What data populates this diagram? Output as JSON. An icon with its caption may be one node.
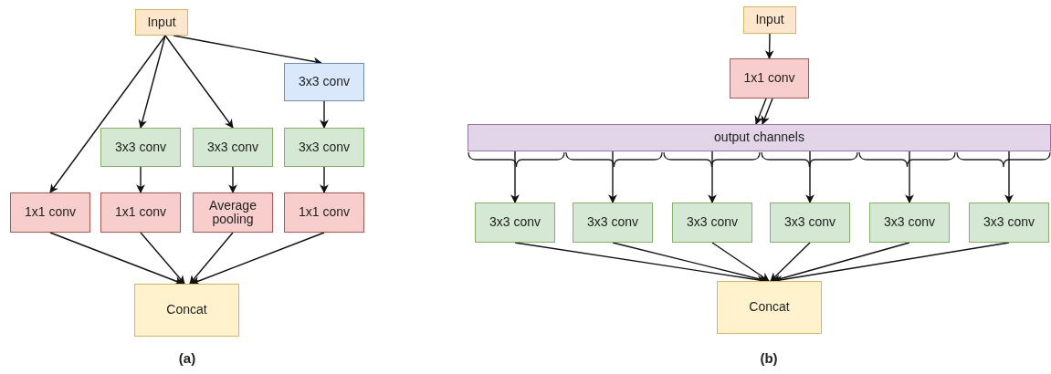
{
  "diagram": {
    "nodes": [
      {
        "text": [
          "Input"
        ]
      },
      {
        "text": [
          "3x3 conv"
        ]
      },
      {
        "text": [
          "3x3 conv"
        ]
      },
      {
        "text": [
          "3x3 conv"
        ]
      },
      {
        "text": [
          "3x3 conv"
        ]
      },
      {
        "text": [
          "1x1 conv"
        ]
      },
      {
        "text": [
          "1x1 conv"
        ]
      },
      {
        "text": [
          "Average pooling"
        ]
      },
      {
        "text": [
          "1x1 conv"
        ]
      },
      {
        "text": [
          "Concat"
        ]
      },
      {
        "text": [
          "Input"
        ]
      },
      {
        "text": [
          "1x1 conv"
        ]
      },
      {
        "text": [
          "output channels"
        ]
      },
      {
        "text": [
          "3x3 conv"
        ]
      },
      {
        "text": [
          "3x3 conv"
        ]
      },
      {
        "text": [
          "3x3 conv"
        ]
      },
      {
        "text": [
          "3x3 conv"
        ]
      },
      {
        "text": [
          "3x3 conv"
        ]
      },
      {
        "text": [
          "3x3 conv"
        ]
      },
      {
        "text": [
          "Concat"
        ]
      }
    ],
    "edges": [
      {
        "from": 0,
        "to": 5,
        "arrow": "to"
      },
      {
        "from": 0,
        "to": 2,
        "arrow": "to"
      },
      {
        "from": 0,
        "to": 3,
        "arrow": "to"
      },
      {
        "from": 0,
        "to": 1,
        "arrow": "to"
      },
      {
        "from": 1,
        "to": 4,
        "arrow": "to"
      },
      {
        "from": 2,
        "to": 6,
        "arrow": "to"
      },
      {
        "from": 3,
        "to": 7,
        "arrow": "to"
      },
      {
        "from": 4,
        "to": 8,
        "arrow": "to"
      },
      {
        "from": 5,
        "to": 9,
        "arrow": "to"
      },
      {
        "from": 6,
        "to": 9,
        "arrow": "to"
      },
      {
        "from": 7,
        "to": 9,
        "arrow": "to"
      },
      {
        "from": 8,
        "to": 9,
        "arrow": "to"
      },
      {
        "from": 10,
        "to": 11,
        "arrow": "to"
      },
      {
        "from": 11,
        "to": 12,
        "arrow": "to"
      },
      {
        "from": 11,
        "to": 12,
        "arrow": "to"
      },
      {
        "from": 12,
        "to": 13,
        "arrow": "to"
      },
      {
        "from": 12,
        "to": 14,
        "arrow": "to"
      },
      {
        "from": 12,
        "to": 15,
        "arrow": "to"
      },
      {
        "from": 12,
        "to": 16,
        "arrow": "to"
      },
      {
        "from": 12,
        "to": 17,
        "arrow": "to"
      },
      {
        "from": 12,
        "to": 18,
        "arrow": "to"
      },
      {
        "from": 13,
        "to": 19,
        "arrow": "to"
      },
      {
        "from": 14,
        "to": 19,
        "arrow": "to"
      },
      {
        "from": 15,
        "to": 19,
        "arrow": "to"
      },
      {
        "from": 16,
        "to": 19,
        "arrow": "to"
      },
      {
        "from": 17,
        "to": 19,
        "arrow": "to"
      },
      {
        "from": 18,
        "to": 19,
        "arrow": "to"
      }
    ],
    "labels": [
      "(a)",
      "(b)"
    ]
  }
}
